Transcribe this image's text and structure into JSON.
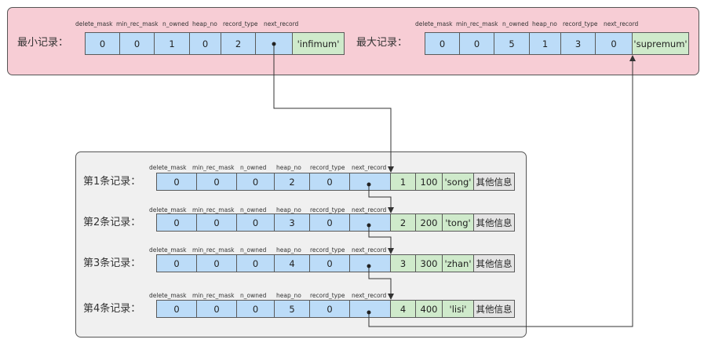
{
  "headers": [
    "delete_mask",
    "min_rec_mask",
    "n_owned",
    "heap_no",
    "record_type",
    "next_record"
  ],
  "infimum": {
    "label": "最小记录：",
    "fields": [
      "0",
      "0",
      "1",
      "0",
      "2",
      ""
    ],
    "name": "'infimum'"
  },
  "supremum": {
    "label": "最大记录：",
    "fields": [
      "0",
      "0",
      "5",
      "1",
      "3",
      "0"
    ],
    "name": "'supremum'"
  },
  "records": [
    {
      "label": "第1条记录：",
      "fields": [
        "0",
        "0",
        "0",
        "2",
        "0",
        ""
      ],
      "id": "1",
      "num": "100",
      "name": "'song'",
      "other": "其他信息"
    },
    {
      "label": "第2条记录：",
      "fields": [
        "0",
        "0",
        "0",
        "3",
        "0",
        ""
      ],
      "id": "2",
      "num": "200",
      "name": "'tong'",
      "other": "其他信息"
    },
    {
      "label": "第3条记录：",
      "fields": [
        "0",
        "0",
        "0",
        "4",
        "0",
        ""
      ],
      "id": "3",
      "num": "300",
      "name": "'zhan'",
      "other": "其他信息"
    },
    {
      "label": "第4条记录：",
      "fields": [
        "0",
        "0",
        "0",
        "5",
        "0",
        ""
      ],
      "id": "4",
      "num": "400",
      "name": "'lisi'",
      "other": "其他信息"
    }
  ]
}
